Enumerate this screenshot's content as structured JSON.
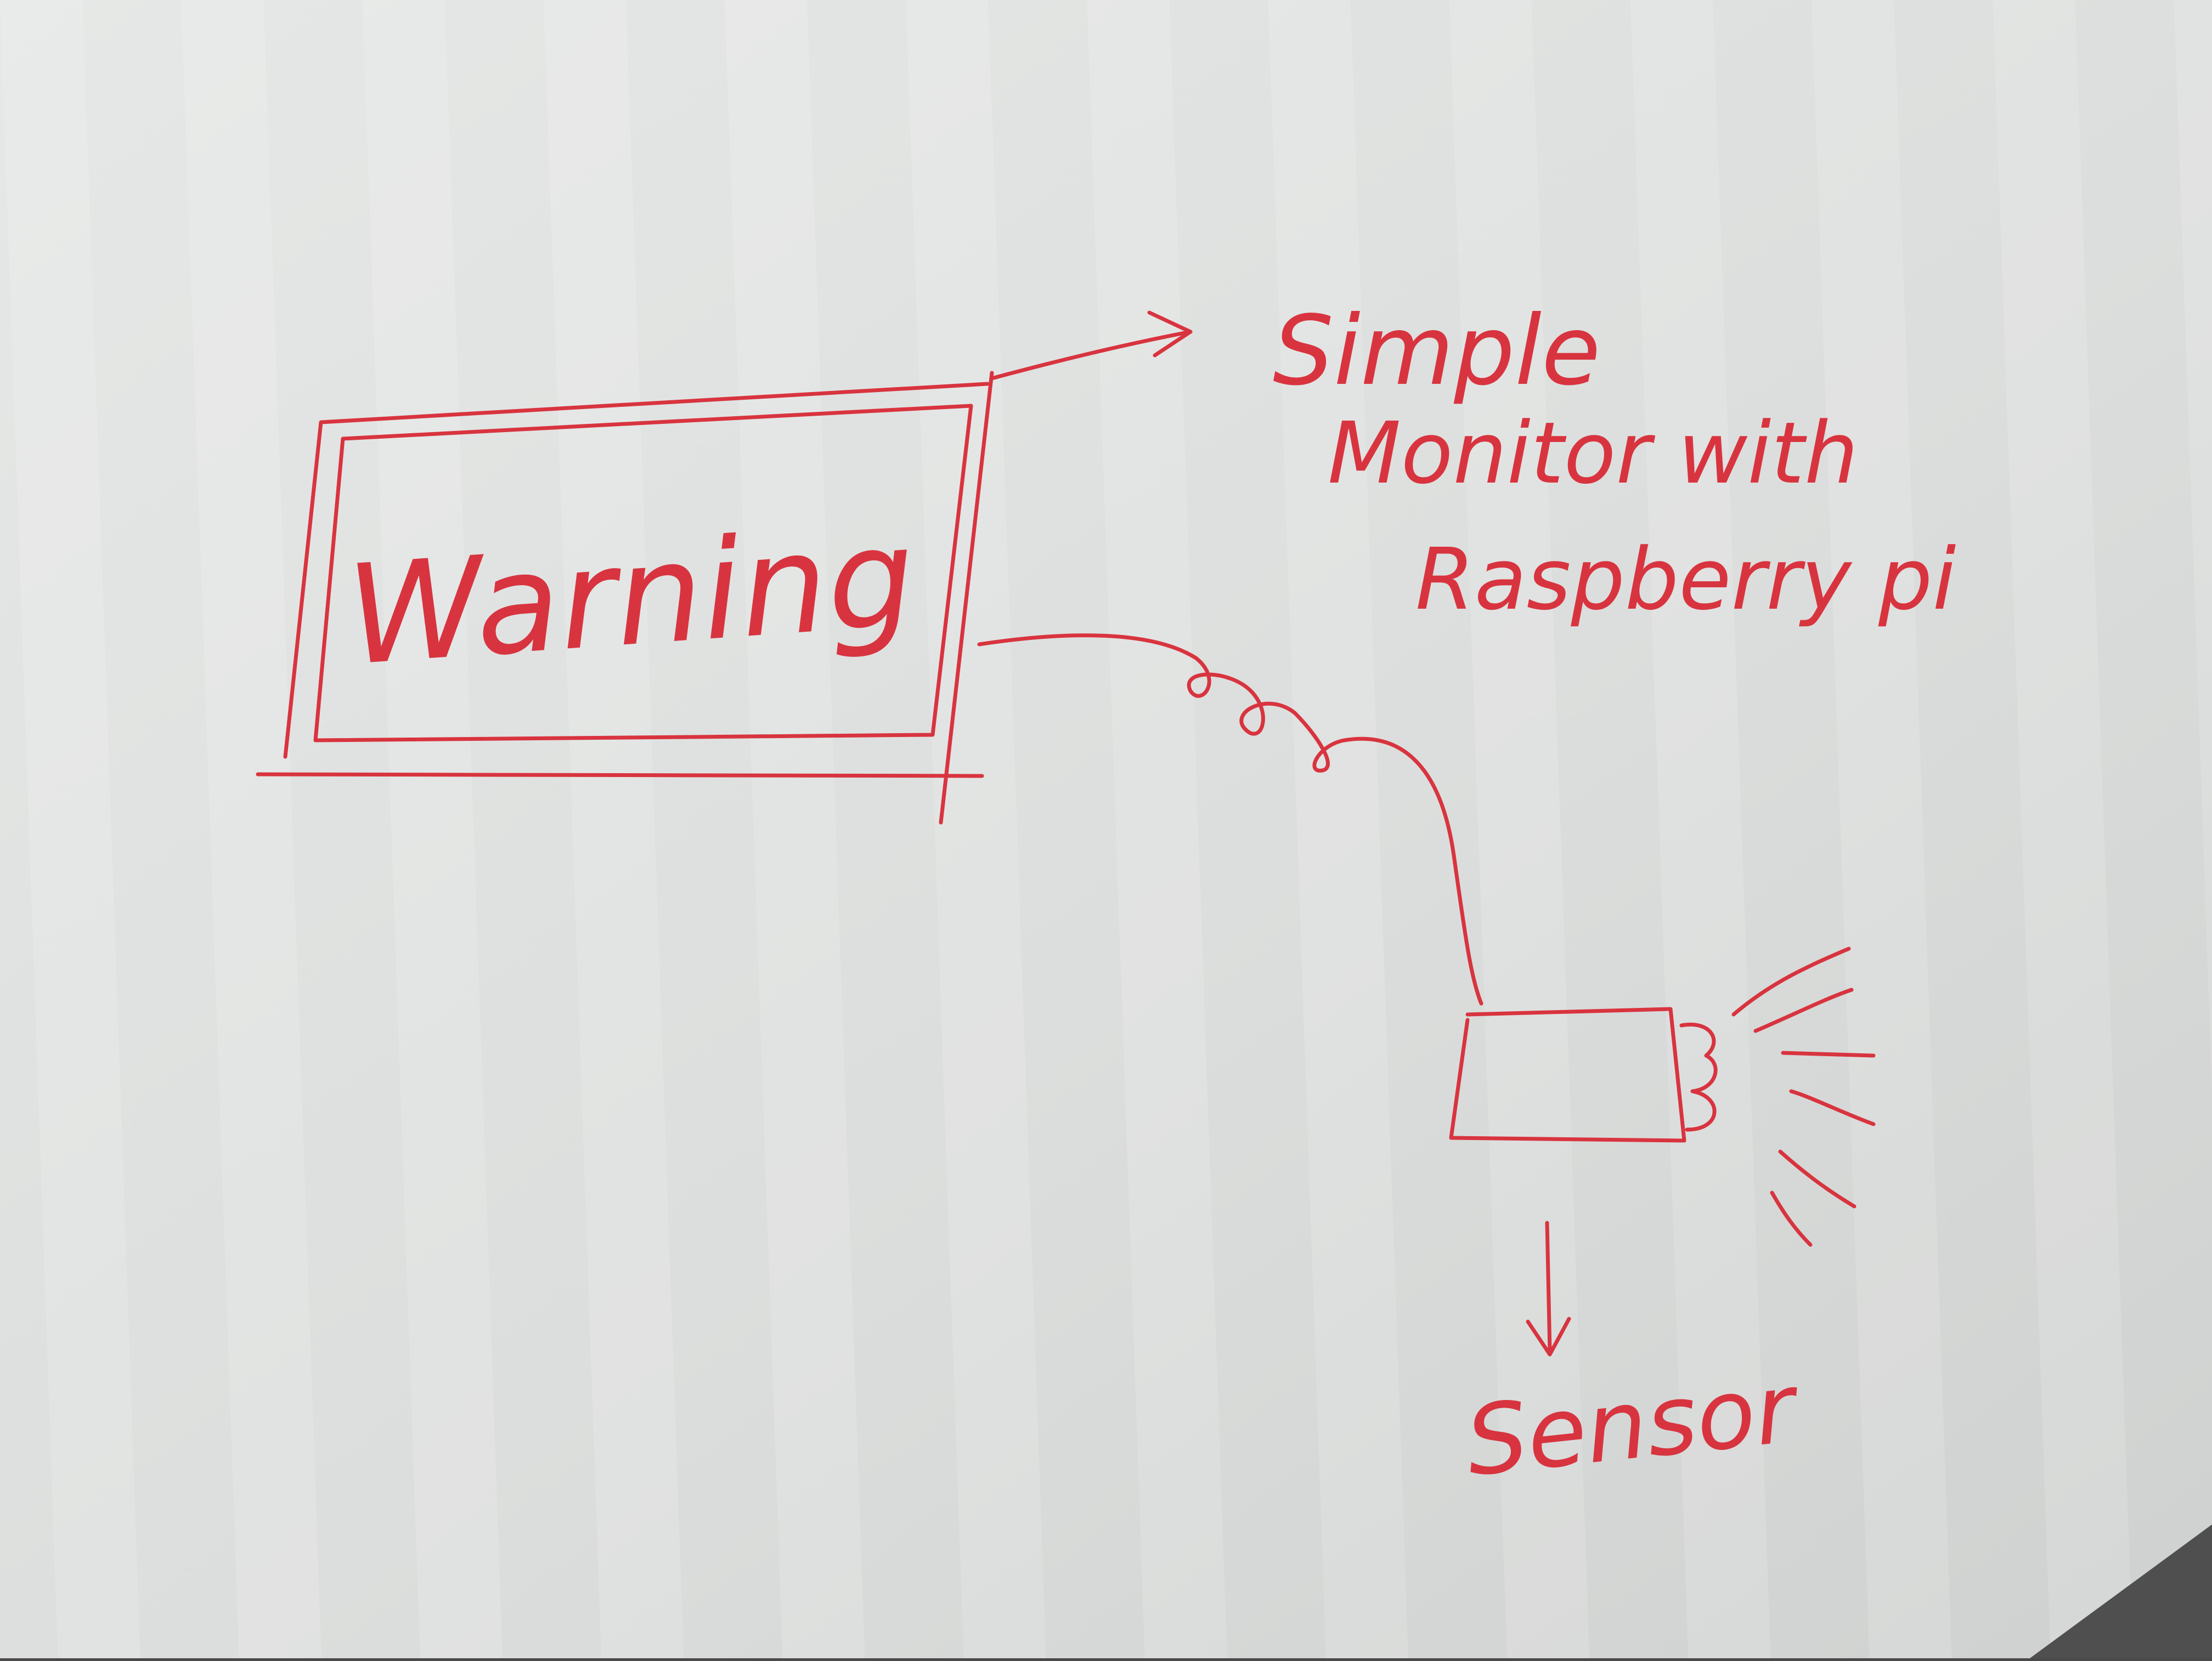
{
  "sketch": {
    "monitor_label": "Warning",
    "monitor_caption_line1": "Simple",
    "monitor_caption_line2": "Monitor with",
    "monitor_caption_line3": "Raspberry pi",
    "sensor_label": "Sensor"
  },
  "colors": {
    "ink": "#d8343f",
    "paper": "#dfe1e0",
    "paper_stripe": "#e9ebea",
    "background_edge": "#505050"
  }
}
